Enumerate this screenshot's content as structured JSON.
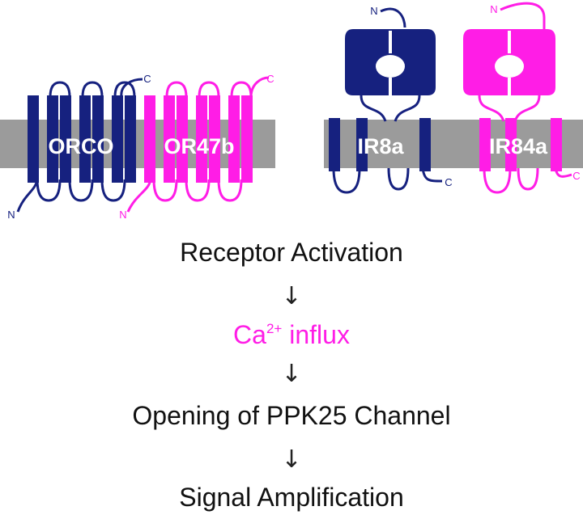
{
  "colors": {
    "navy": "#16217f",
    "magenta": "#ff1de6",
    "membrane": "#9b9b9b",
    "text": "#111111"
  },
  "receptors": {
    "orco": {
      "label": "ORCO",
      "n_terminal": "N",
      "c_terminal": "C"
    },
    "or47b": {
      "label": "OR47b",
      "n_terminal": "N",
      "c_terminal": "C"
    },
    "ir8a": {
      "label": "IR8a",
      "n_terminal": "N",
      "c_terminal": "C"
    },
    "ir84a": {
      "label": "IR84a",
      "n_terminal": "N",
      "c_terminal": "C"
    }
  },
  "flow": {
    "step1": "Receptor Activation",
    "step2_prefix": "Ca",
    "step2_superscript": "2+",
    "step2_suffix": " influx",
    "step3": "Opening of PPK25 Channel",
    "step4": "Signal Amplification",
    "arrow": "↓"
  }
}
